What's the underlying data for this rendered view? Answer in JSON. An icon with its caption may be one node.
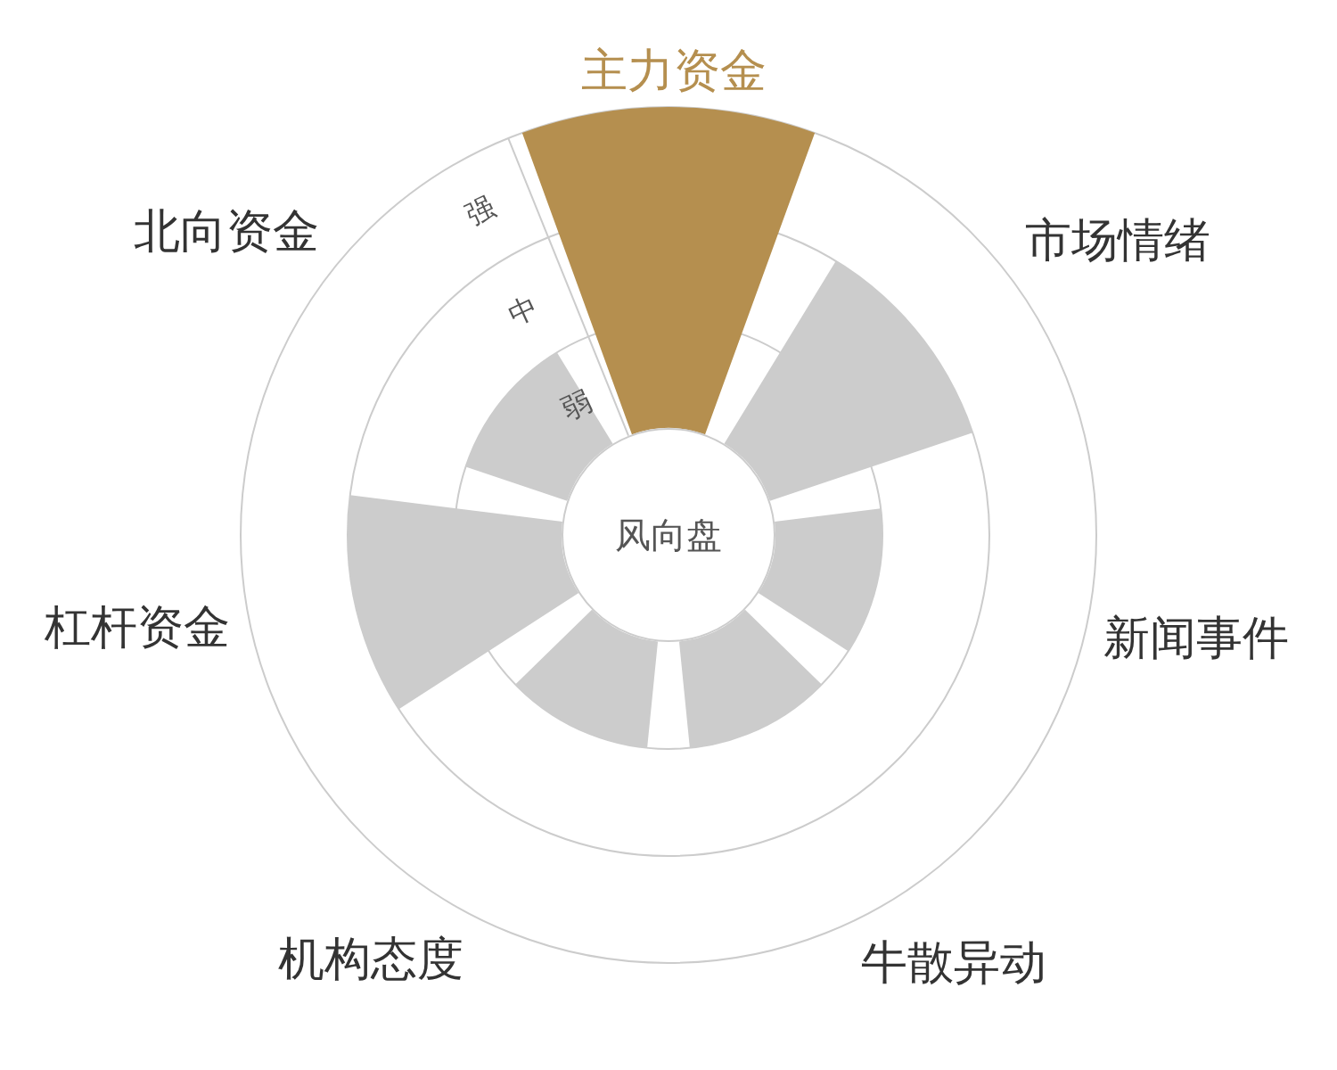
{
  "diagram": {
    "nodes": [
      {
        "text": [
          "风向盘"
        ]
      }
    ],
    "labels": [
      "主力资金",
      "强",
      "北向资金",
      "市场情绪",
      "中",
      "弱",
      "杠杆资金",
      "新闻事件",
      "机构态度",
      "牛散异动"
    ]
  }
}
